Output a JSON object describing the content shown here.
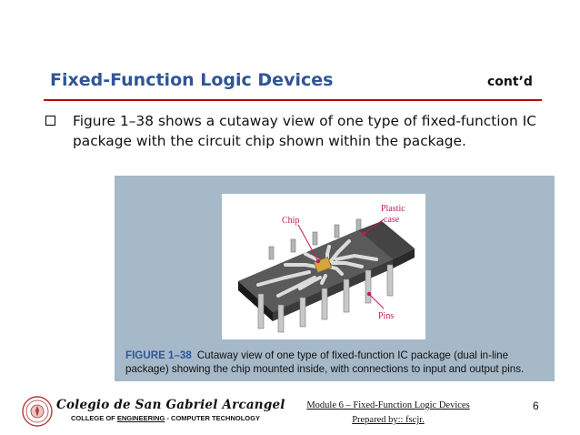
{
  "slide": {
    "title": "Fixed-Function Logic Devices",
    "contd": "cont’d",
    "bullet_text": "Figure 1–38 shows a cutaway view of one type of fixed-function IC package with the circuit chip shown within the package."
  },
  "figure": {
    "labels": {
      "chip": "Chip",
      "plastic_case_line1": "Plastic",
      "plastic_case_line2": "case",
      "pins": "Pins"
    },
    "caption_label": "FIGURE 1–38",
    "caption_text": "Cutaway view of one type of fixed-function IC package (dual in-line package) showing the chip mounted inside, with connections to input and output pins.",
    "background_color": "#a6b9c9",
    "accent_color": "#2f5597"
  },
  "footer": {
    "college_name": "Colegio de San Gabriel Arcangel",
    "college_sub_prefix": "COLLEGE OF ",
    "college_sub_engineering": "ENGINEERING",
    "college_sub_rest": " - COMPUTER TECHNOLOGY",
    "module": "Module 6 – Fixed-Function Logic Devices",
    "prepared_by": "Prepared by:: fscjr.",
    "page_number": "6"
  },
  "colors": {
    "title": "#2f5597",
    "rule": "#c00000",
    "label_pink": "#c2185b"
  }
}
